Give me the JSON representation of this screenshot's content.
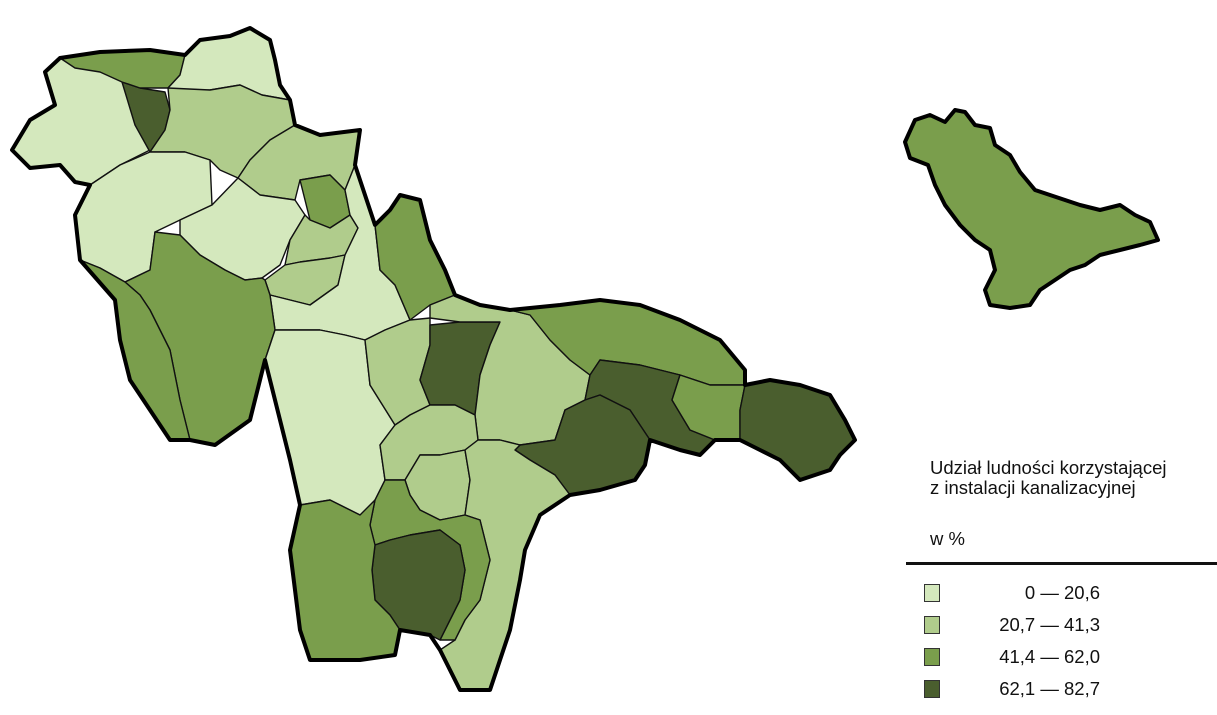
{
  "legend": {
    "title_line1": "Udział ludności korzystającej",
    "title_line2": "z instalacji kanalizacyjnej",
    "unit": "w %",
    "classes": [
      {
        "label": "0 — 20,6",
        "color": "#d4e8bd"
      },
      {
        "label": "20,7 — 41,3",
        "color": "#b0cc8c"
      },
      {
        "label": "41,4 — 62,0",
        "color": "#7a9e4c"
      },
      {
        "label": "62,1 — 82,7",
        "color": "#4a5e2e"
      }
    ]
  }
}
